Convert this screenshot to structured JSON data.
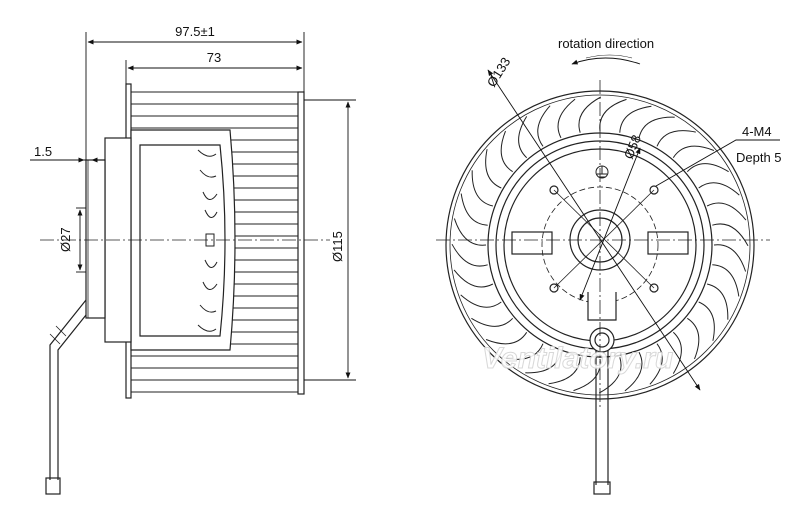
{
  "side_view": {
    "overall_length": "97.5±1",
    "impeller_length": "73",
    "shaft_offset": "1.5",
    "hub_diameter": "Ø27",
    "impeller_diameter": "Ø115"
  },
  "front_view": {
    "rotation_label": "rotation direction",
    "outer_diameter": "Ø133",
    "bolt_circle": "Ø58",
    "mount_holes": "4-M4",
    "mount_depth": "Depth 5"
  },
  "watermark": "Ventilatory.ru",
  "colors": {
    "line": "#222222",
    "fill": "#ffffff",
    "watermark": "#d4d4d4"
  }
}
